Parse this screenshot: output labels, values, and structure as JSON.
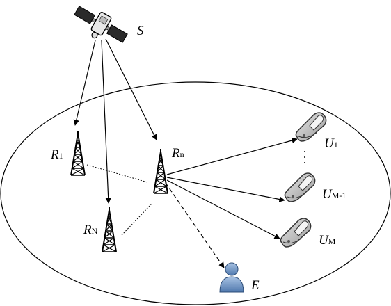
{
  "diagram": {
    "satellite": {
      "label": "S"
    },
    "relays": [
      {
        "id": "r1",
        "main": "R",
        "sub": "1"
      },
      {
        "id": "rn",
        "main": "R",
        "sub": "n"
      },
      {
        "id": "rN",
        "main": "R",
        "sub": "N"
      }
    ],
    "users": [
      {
        "id": "u1",
        "main": "U",
        "sub": "1"
      },
      {
        "id": "um1",
        "main": "U",
        "sub": "M-1"
      },
      {
        "id": "um",
        "main": "U",
        "sub": "M"
      }
    ],
    "eavesdropper": {
      "label": "E"
    },
    "colors": {
      "line": "#000000",
      "phone_body": "#c8c8c8",
      "phone_screen": "#f0f0f0",
      "person": "#7a9cc6"
    }
  }
}
